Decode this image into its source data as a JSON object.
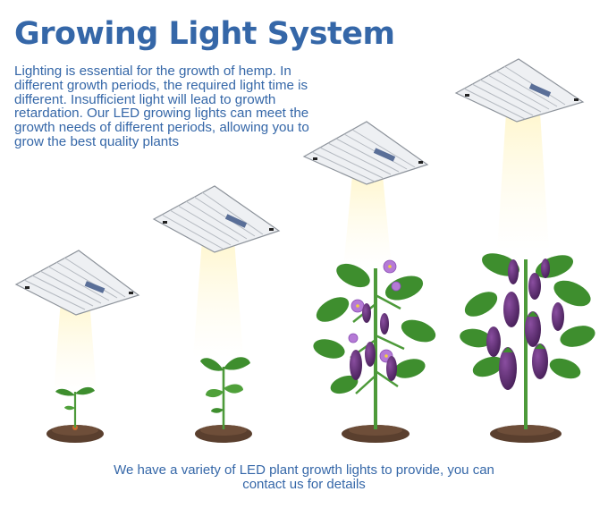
{
  "title": "Growing Light System",
  "intro": "Lighting is essential for the growth of hemp. In different growth periods, the required light time is different. Insufficient light will lead to growth retardation. Our LED growing lights can meet the growth needs of different periods, allowing you to grow the best quality plants",
  "footer": {
    "line1": "We have a variety of LED plant growth lights to provide, you can",
    "line2": "contact us for details"
  },
  "stages": [
    "seedling",
    "young-plant",
    "flowering-plant",
    "fruiting-plant"
  ],
  "colors": {
    "text": "#3567a8",
    "beam": "#fff2b8",
    "leaf": "#3e8e2e",
    "soil": "#5a3f2e",
    "fruit": "#5b2a6e",
    "flower": "#b57ad6"
  }
}
